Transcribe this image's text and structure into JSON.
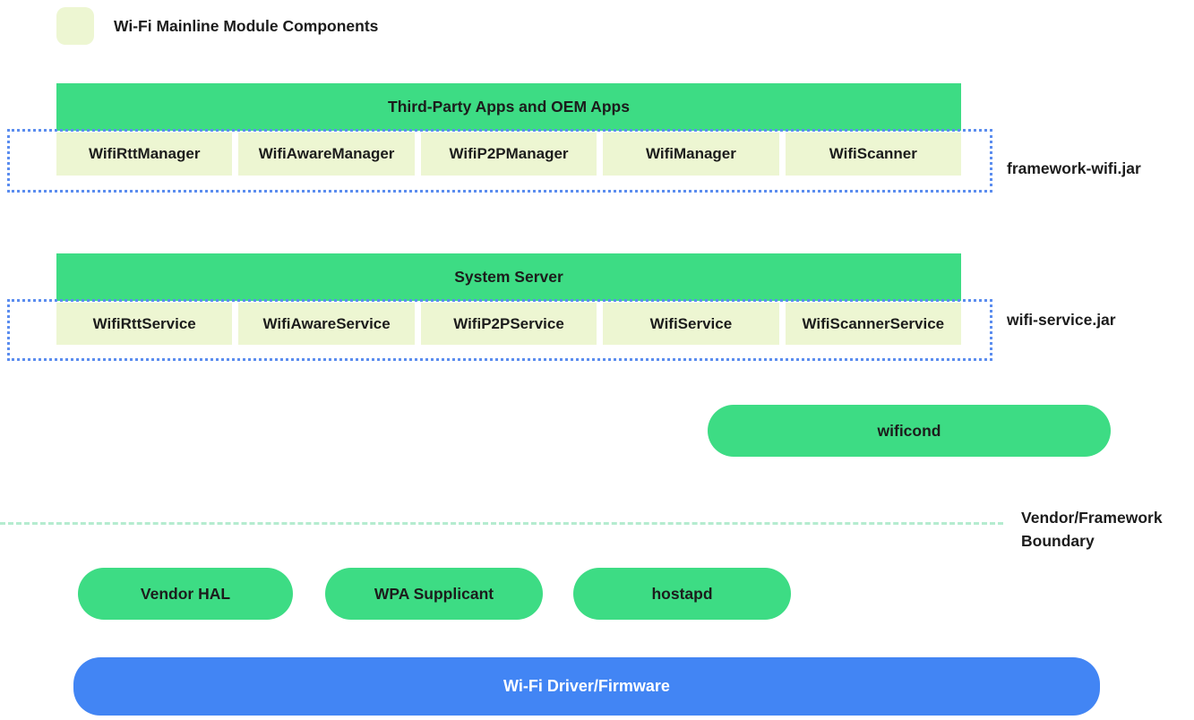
{
  "colors": {
    "green": "#3ddc84",
    "pale": "#edf6d2",
    "blue": "#4285f4",
    "dotted_border": "#5b8def",
    "boundary": "#b5ecd0",
    "text": "#1c1c1c",
    "driver_text": "#ffffff"
  },
  "legend": {
    "swatch_meaning": "Wi-Fi Mainline Module Component",
    "label": "Wi-Fi Mainline Module Components"
  },
  "framework_layer": {
    "header": "Third-Party Apps and OEM Apps",
    "boxes": [
      "WifiRttManager",
      "WifiAwareManager",
      "WifiP2PManager",
      "WifiManager",
      "WifiScanner"
    ],
    "jar_label": "framework-wifi.jar"
  },
  "service_layer": {
    "header": "System Server",
    "boxes": [
      "WifiRttService",
      "WifiAwareService",
      "WifiP2PService",
      "WifiService",
      "WifiScannerService"
    ],
    "jar_label": "wifi-service.jar"
  },
  "wificond": {
    "label": "wificond"
  },
  "boundary": {
    "label": "Vendor/Framework Boundary"
  },
  "vendor_components": [
    "Vendor HAL",
    "WPA Supplicant",
    "hostapd"
  ],
  "driver": {
    "label": "Wi-Fi Driver/Firmware"
  }
}
